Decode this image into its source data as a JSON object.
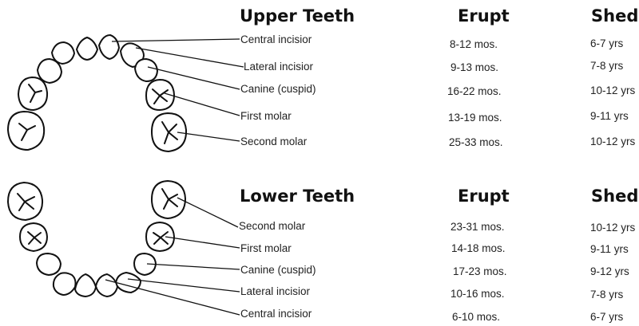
{
  "upper": {
    "heading": "Upper Teeth",
    "erupt_heading": "Erupt",
    "shed_heading": "Shed",
    "rows": [
      {
        "tooth": "Central incisior",
        "erupt": "8-12 mos.",
        "shed": "6-7 yrs"
      },
      {
        "tooth": "Lateral incisior",
        "erupt": "9-13 mos.",
        "shed": "7-8 yrs"
      },
      {
        "tooth": "Canine (cuspid)",
        "erupt": "16-22 mos.",
        "shed": "10-12 yrs"
      },
      {
        "tooth": "First molar",
        "erupt": "13-19 mos.",
        "shed": "9-11 yrs"
      },
      {
        "tooth": "Second molar",
        "erupt": "25-33 mos.",
        "shed": "10-12 yrs"
      }
    ]
  },
  "lower": {
    "heading": "Lower Teeth",
    "erupt_heading": "Erupt",
    "shed_heading": "Shed",
    "rows": [
      {
        "tooth": "Second molar",
        "erupt": "23-31 mos.",
        "shed": "10-12 yrs"
      },
      {
        "tooth": "First molar",
        "erupt": "14-18 mos.",
        "shed": "9-11 yrs"
      },
      {
        "tooth": "Canine (cuspid)",
        "erupt": "17-23 mos.",
        "shed": "9-12 yrs"
      },
      {
        "tooth": "Lateral incisior",
        "erupt": "10-16 mos.",
        "shed": "7-8 yrs"
      },
      {
        "tooth": "Central incisior",
        "erupt": "6-10 mos.",
        "shed": "6-7 yrs"
      }
    ]
  },
  "colors": {
    "ink": "#111111",
    "text": "#222222",
    "background": "#ffffff"
  }
}
